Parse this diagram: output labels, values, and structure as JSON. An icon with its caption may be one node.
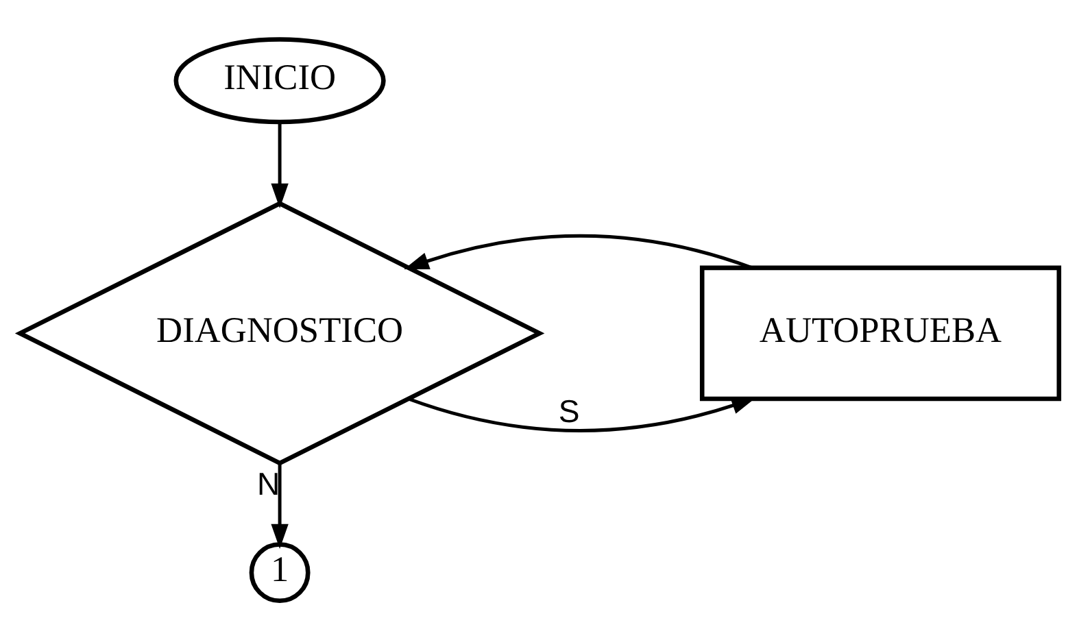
{
  "diagram": {
    "nodes": [
      {
        "text": [
          "INICIO"
        ]
      },
      {
        "text": [
          "DIAGNOSTICO"
        ]
      },
      {
        "text": [
          "AUTOPRUEBA"
        ]
      },
      {
        "text": [
          "1"
        ]
      }
    ],
    "edges": [
      {
        "from": 0,
        "to": 1,
        "arrow": "to"
      },
      {
        "from": 1,
        "to": 2,
        "arrow": "to",
        "label": "S"
      },
      {
        "from": 2,
        "to": 1,
        "arrow": "to"
      },
      {
        "from": 1,
        "to": 3,
        "arrow": "to",
        "label": "N"
      }
    ]
  }
}
